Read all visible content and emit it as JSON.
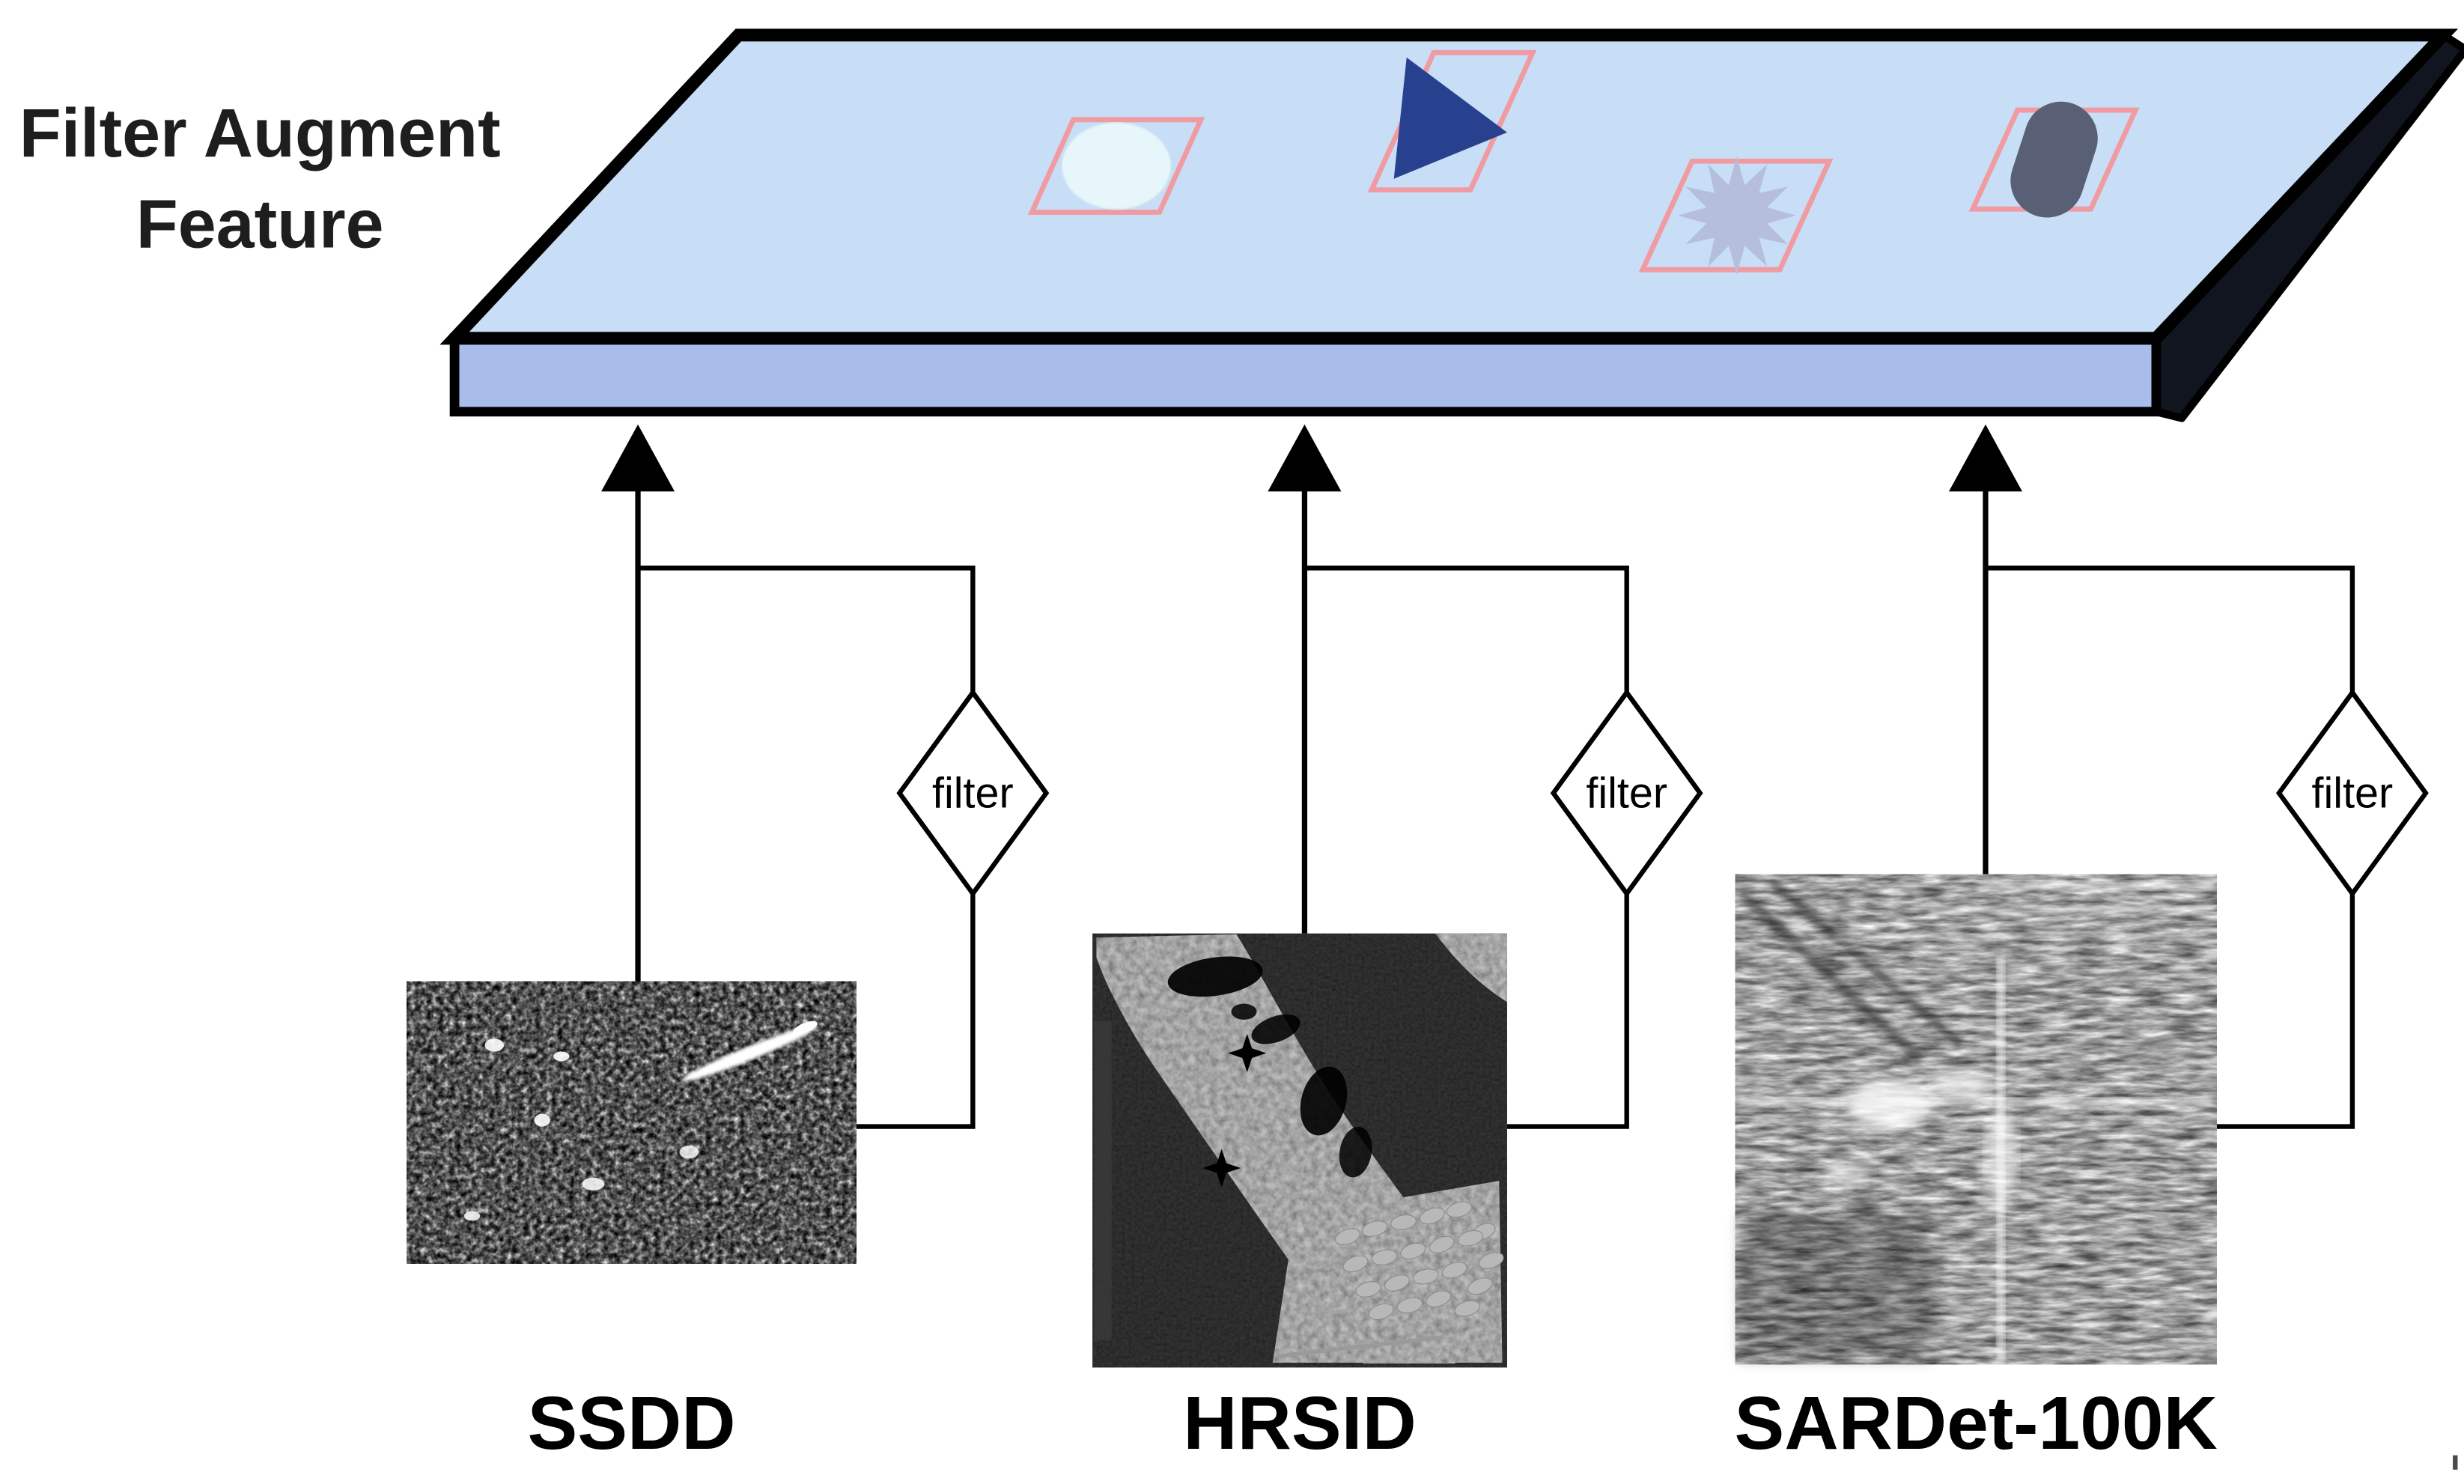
{
  "title": {
    "line1": "Filter Augment",
    "line2": "Feature"
  },
  "platform": {
    "colors": {
      "top_face": "#c8ddf6",
      "front_face": "#a9bdea",
      "side_face": "#10151f",
      "feature_box_outline": "#f09ba1",
      "ellipse_fill": "#e7f6fb",
      "triangle_fill": "#28418f",
      "burst_fill": "#b5bfdb",
      "capsule_fill": "#596075"
    }
  },
  "branches": [
    {
      "dataset_label": "SSDD",
      "filter_label": "filter"
    },
    {
      "dataset_label": "HRSID",
      "filter_label": "filter"
    },
    {
      "dataset_label": "SARDet-100K",
      "filter_label": "filter"
    }
  ]
}
